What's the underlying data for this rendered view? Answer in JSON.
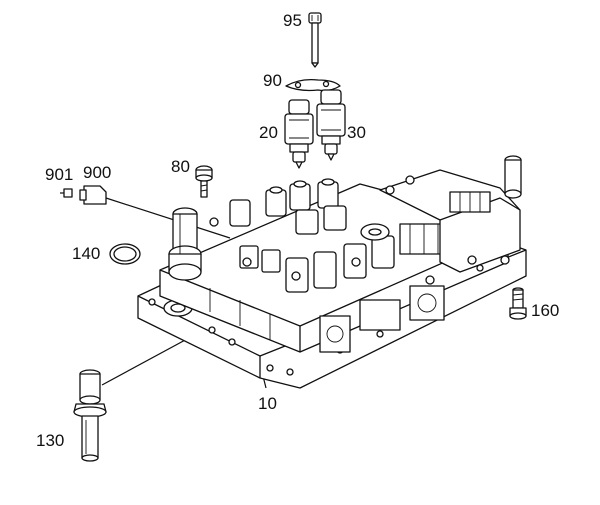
{
  "diagram": {
    "callouts": {
      "c95": "95",
      "c90": "90",
      "c20": "20",
      "c30": "30",
      "c80": "80",
      "c901": "901",
      "c900": "900",
      "c140": "140",
      "c160": "160",
      "c10": "10",
      "c130": "130"
    }
  }
}
